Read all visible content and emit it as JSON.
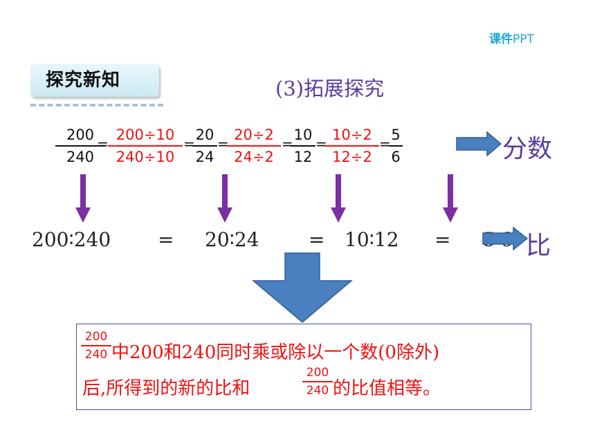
{
  "brand": {
    "bold": "课件",
    "rest": "PPT"
  },
  "section_tag": "探究新知",
  "subtitle": "(3)拓展探究",
  "fractions": [
    {
      "num": "200",
      "den": "240",
      "color": "black"
    },
    {
      "num": "200÷10",
      "den": "240÷10",
      "color": "red"
    },
    {
      "num": "20",
      "den": "24",
      "color": "black"
    },
    {
      "num": "20÷2",
      "den": "24÷2",
      "color": "red"
    },
    {
      "num": "10",
      "den": "12",
      "color": "black"
    },
    {
      "num": "10÷2",
      "den": "12÷2",
      "color": "red"
    },
    {
      "num": "5",
      "den": "6",
      "color": "black"
    }
  ],
  "equals_sign": "=",
  "label_fraction": "分数",
  "label_ratio": "比",
  "ratios": [
    "200∶240",
    "=",
    "20∶24",
    "=",
    "10∶12",
    "=",
    "5∶6"
  ],
  "box": {
    "frac_num": "200",
    "frac_den": "240",
    "line1_text": "中200和240同时乘或除以一个数(0除外)",
    "line2_text_a": "后,所得到的新的比和",
    "line2_text_b": "的比值相等。"
  },
  "colors": {
    "arrow_purple": "#7b2fa0",
    "arrow_blue": "#4a7fc0",
    "accent_red": "#e11111",
    "label_purple": "#5a3d9a"
  }
}
